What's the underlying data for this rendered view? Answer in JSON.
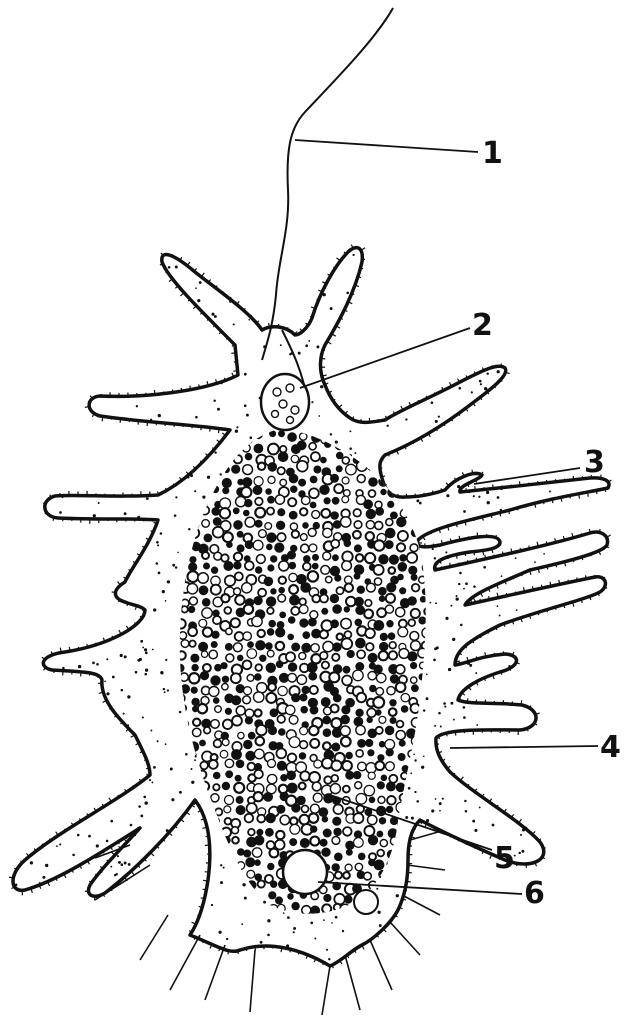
{
  "diagram": {
    "labels": [
      "1",
      "2",
      "3",
      "4",
      "5",
      "6"
    ],
    "ink_color": "#111111",
    "background_color": "#ffffff"
  }
}
